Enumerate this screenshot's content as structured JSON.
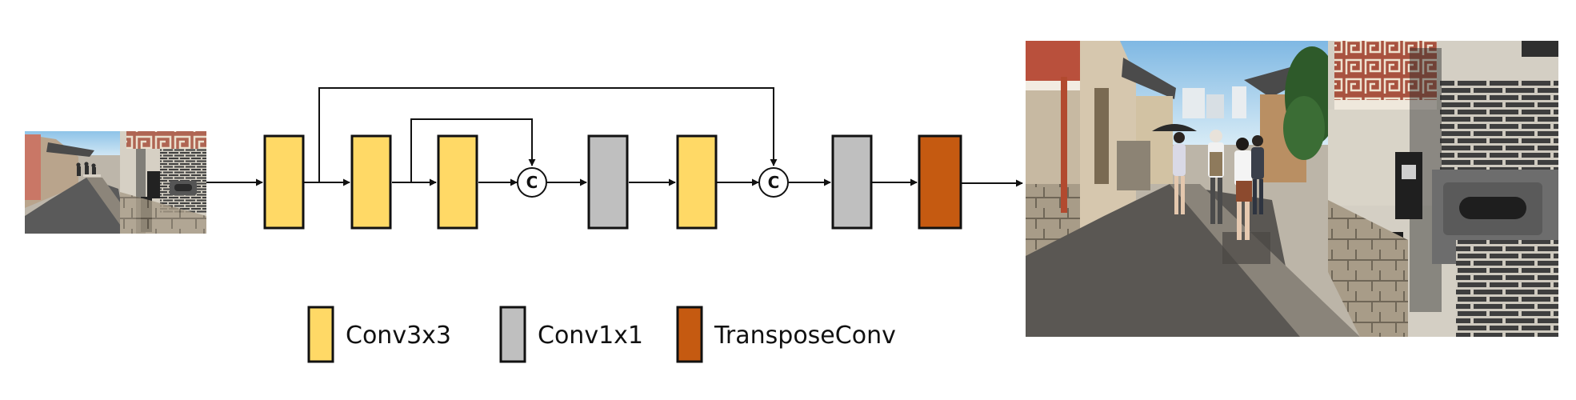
{
  "colors": {
    "conv3x3": "#ffd966",
    "conv1x1": "#bfbfbf",
    "transposeconv": "#c55a11",
    "stroke": "#111111"
  },
  "blocks": [
    {
      "id": "block-1",
      "type": "conv3x3"
    },
    {
      "id": "block-2",
      "type": "conv3x3"
    },
    {
      "id": "block-3",
      "type": "conv3x3"
    },
    {
      "id": "block-4",
      "type": "conv1x1"
    },
    {
      "id": "block-5",
      "type": "conv3x3"
    },
    {
      "id": "block-6",
      "type": "conv1x1"
    },
    {
      "id": "block-7",
      "type": "transposeconv"
    }
  ],
  "concat_symbol": "C",
  "legend": [
    {
      "type": "conv3x3",
      "label": "Conv3x3"
    },
    {
      "type": "conv1x1",
      "label": "Conv1x1"
    },
    {
      "type": "transposeconv",
      "label": "TransposeConv"
    }
  ],
  "images": {
    "input": "input-street-photo-small",
    "output": "output-street-photo-large"
  }
}
